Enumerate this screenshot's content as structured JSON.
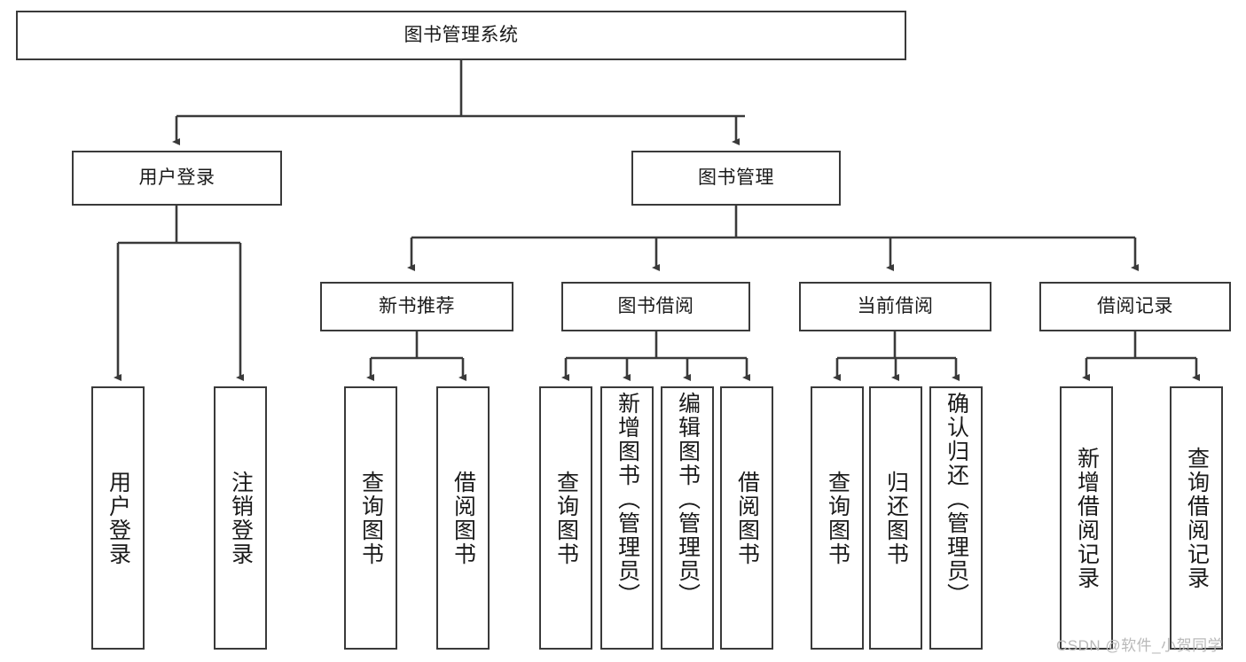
{
  "diagram": {
    "type": "tree-hierarchy",
    "title": "图书管理系统",
    "root": {
      "id": "root",
      "label": "图书管理系统"
    },
    "level2": [
      {
        "id": "user-login",
        "label": "用户登录"
      },
      {
        "id": "book-manage",
        "label": "图书管理"
      }
    ],
    "level3": [
      {
        "id": "new-book-recommend",
        "label": "新书推荐",
        "parent": "book-manage"
      },
      {
        "id": "book-borrow",
        "label": "图书借阅",
        "parent": "book-manage"
      },
      {
        "id": "current-borrow",
        "label": "当前借阅",
        "parent": "book-manage"
      },
      {
        "id": "borrow-record",
        "label": "借阅记录",
        "parent": "book-manage"
      }
    ],
    "leaves": [
      {
        "id": "leaf-user-login",
        "label": "用户登录",
        "parent": "user-login"
      },
      {
        "id": "leaf-user-logout",
        "label": "注销登录",
        "parent": "user-login"
      },
      {
        "id": "leaf-query-book-1",
        "label": "查询图书",
        "parent": "new-book-recommend"
      },
      {
        "id": "leaf-borrow-book-1",
        "label": "借阅图书",
        "parent": "new-book-recommend"
      },
      {
        "id": "leaf-query-book-2",
        "label": "查询图书",
        "parent": "book-borrow"
      },
      {
        "id": "leaf-add-book",
        "label": "新增图书（管理员）",
        "parent": "book-borrow"
      },
      {
        "id": "leaf-edit-book",
        "label": "编辑图书（管理员）",
        "parent": "book-borrow"
      },
      {
        "id": "leaf-borrow-book-2",
        "label": "借阅图书",
        "parent": "book-borrow"
      },
      {
        "id": "leaf-query-book-3",
        "label": "查询图书",
        "parent": "current-borrow"
      },
      {
        "id": "leaf-return-book",
        "label": "归还图书",
        "parent": "current-borrow"
      },
      {
        "id": "leaf-confirm-return",
        "label": "确认归还（管理员）",
        "parent": "current-borrow"
      },
      {
        "id": "leaf-add-record",
        "label": "新增借阅记录",
        "parent": "borrow-record"
      },
      {
        "id": "leaf-query-record",
        "label": "查询借阅记录",
        "parent": "borrow-record"
      }
    ],
    "colors": {
      "background": "#ffffff",
      "box_border": "#3a3a3a",
      "box_fill": "#ffffff",
      "edge": "#3a3a3a",
      "text": "#1a1a1a",
      "watermark": "#b9b9b9"
    }
  },
  "watermark": {
    "text": "CSDN @软件_小贺同学"
  }
}
